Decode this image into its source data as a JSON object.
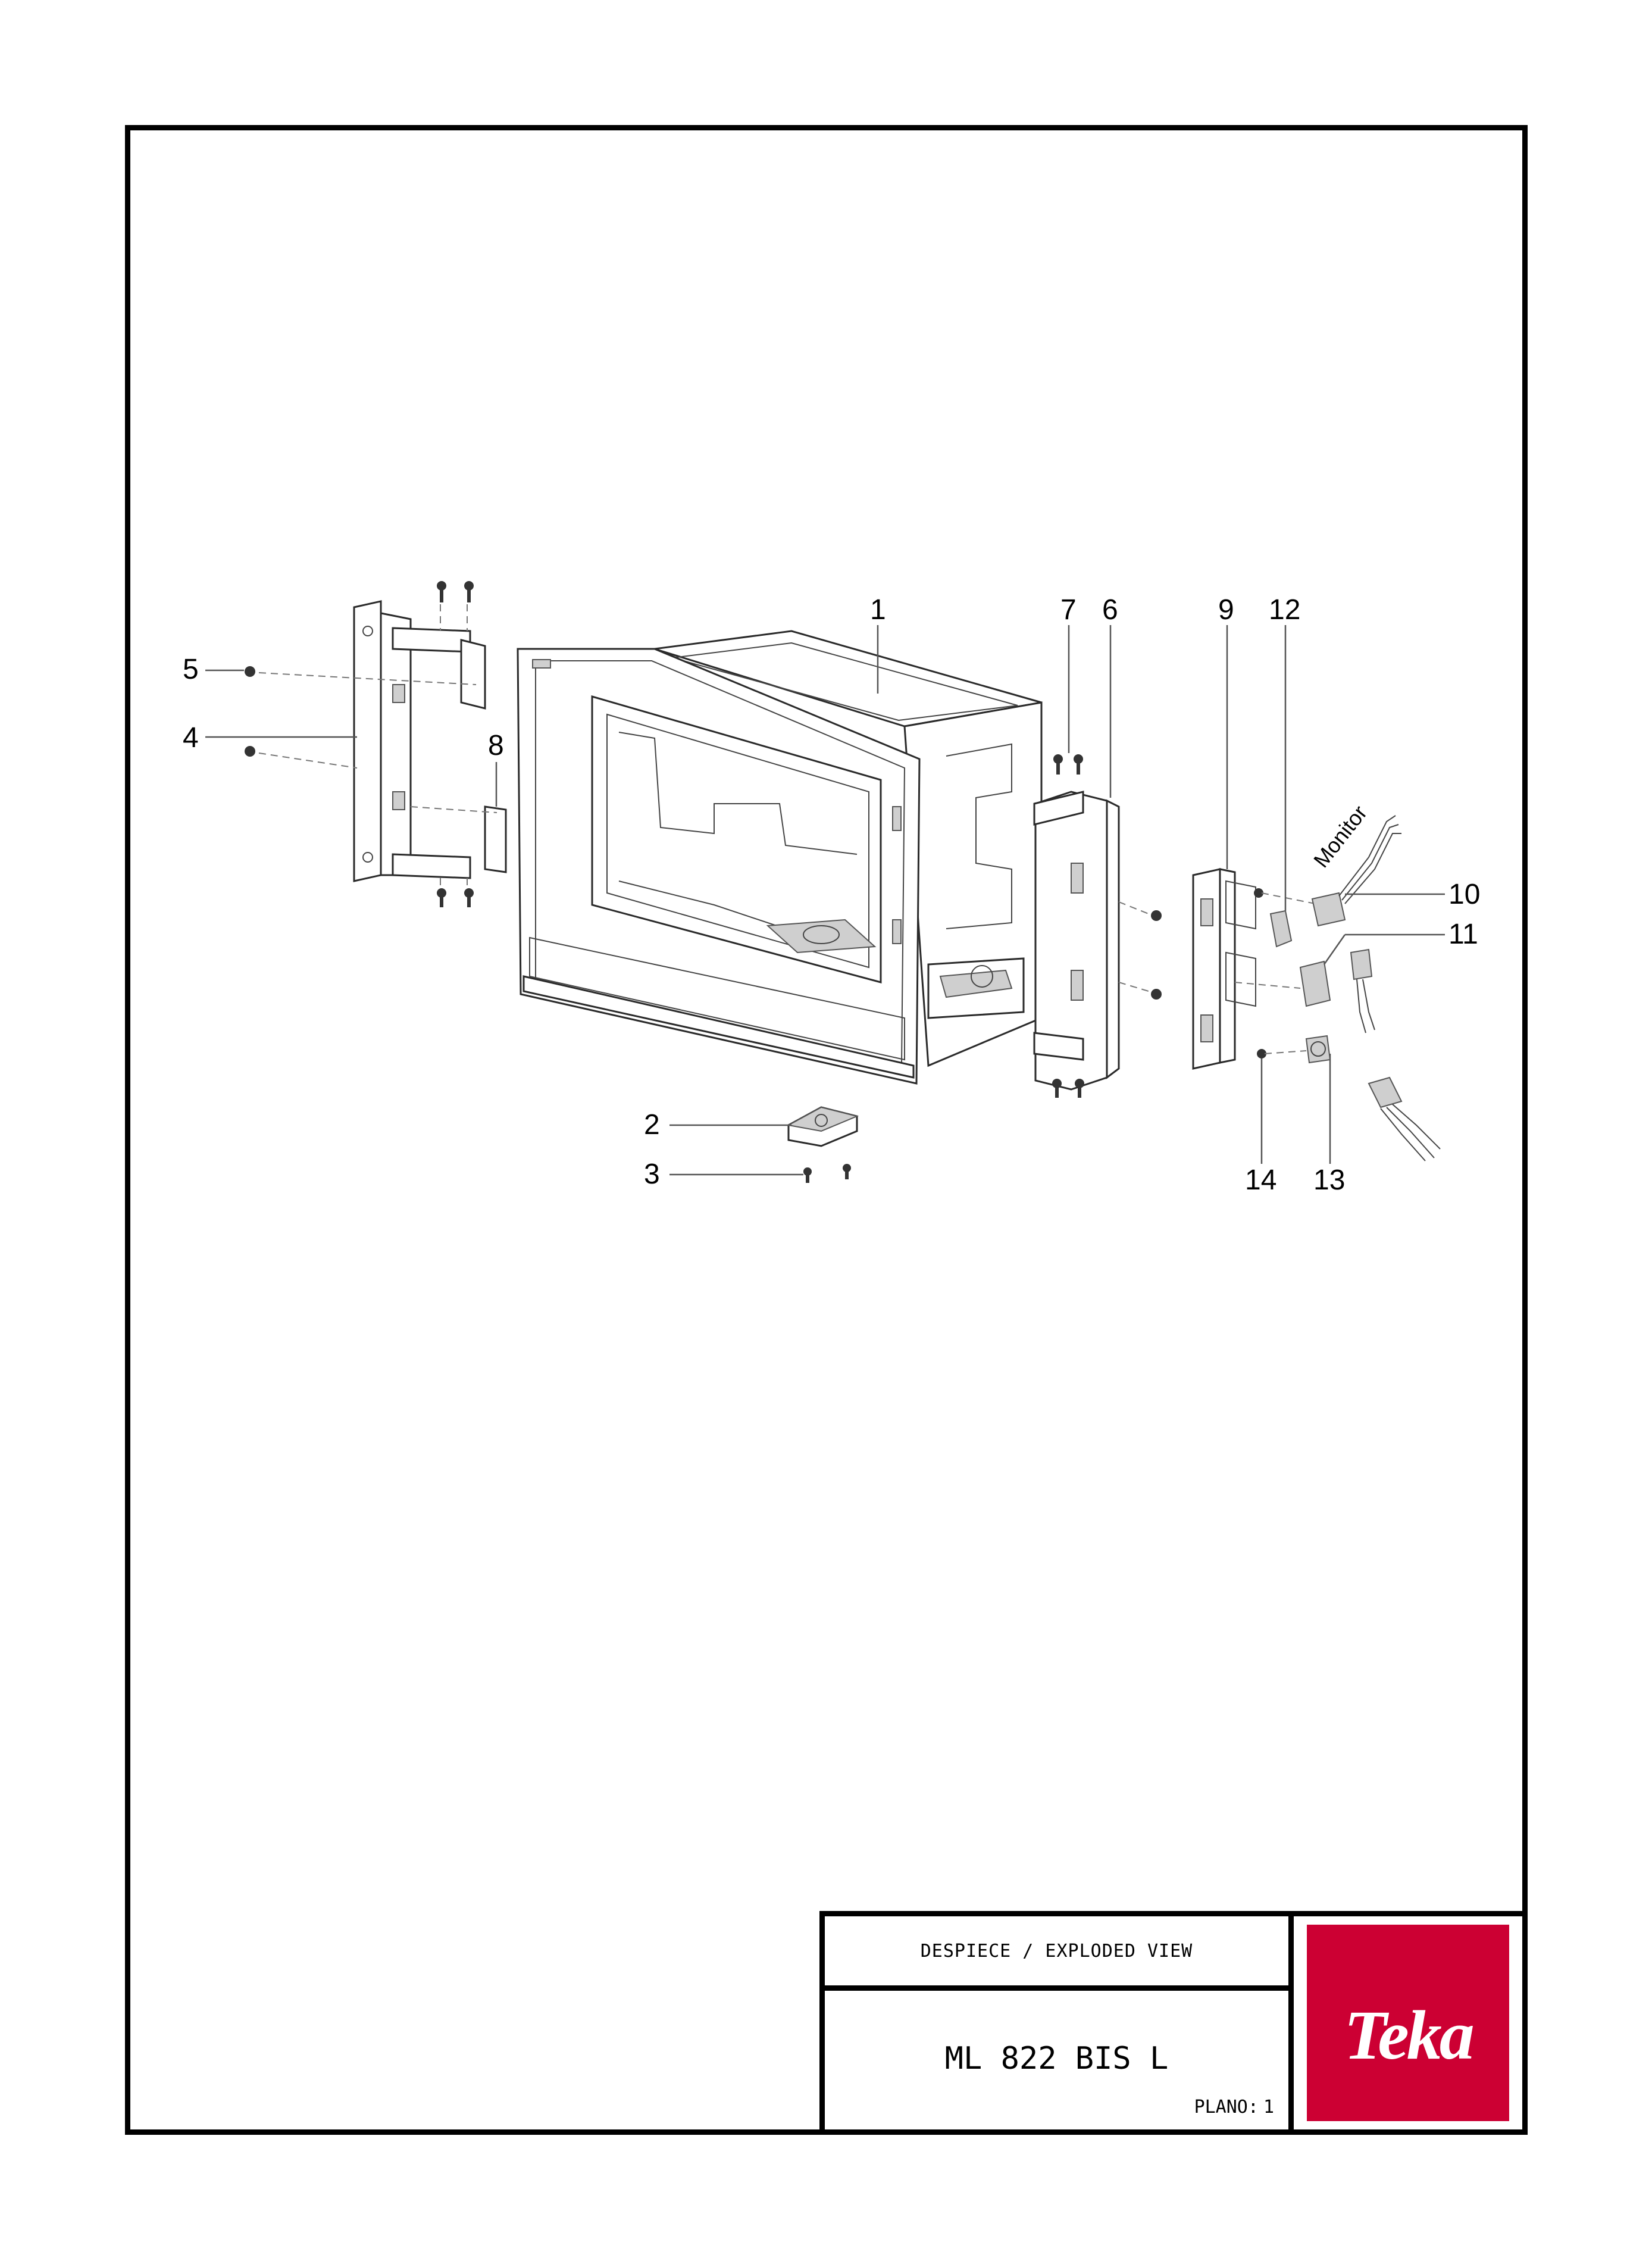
{
  "diagram": {
    "callouts": [
      "1",
      "2",
      "3",
      "4",
      "5",
      "6",
      "7",
      "8",
      "9",
      "10",
      "11",
      "12",
      "13",
      "14"
    ],
    "cable_label": "Monitor"
  },
  "title_block": {
    "header": "DESPIECE / EXPLODED VIEW",
    "model": "ML 822 BIS L",
    "plano_label": "PLANO:",
    "plano_value": "1"
  },
  "logo": {
    "brand_text": "Teka",
    "color": "#cc0033"
  }
}
